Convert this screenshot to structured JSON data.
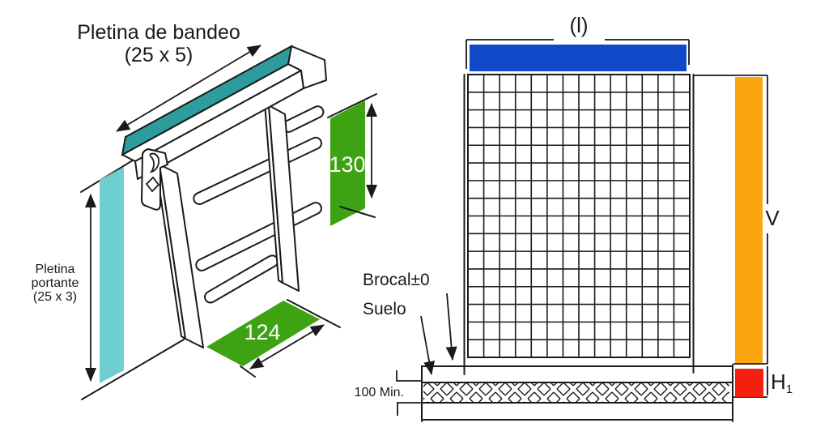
{
  "colors": {
    "teal": "#2E9C9C",
    "cyan": "#6FCFCF",
    "green": "#3EA313",
    "blue": "#0F49C8",
    "orange": "#FBA50F",
    "red": "#F3200F",
    "line": "#1a1a1a"
  },
  "iso_view": {
    "bandeo_label_1": "Pletina de bandeo",
    "bandeo_label_2": "(25 x 5)",
    "portante_label_1": "Pletina",
    "portante_label_2": "portante",
    "portante_label_3": "(25 x 3)",
    "dim_height": "130",
    "dim_width": "124"
  },
  "front_view": {
    "length_label": "(l)",
    "height_label": "V",
    "h1_label": "H",
    "h1_sub": "1",
    "brocal_label": "Brocal±0",
    "suelo_label": "Suelo",
    "min_label": "100 Min.",
    "grid": {
      "cols": 14,
      "rows": 16
    }
  }
}
